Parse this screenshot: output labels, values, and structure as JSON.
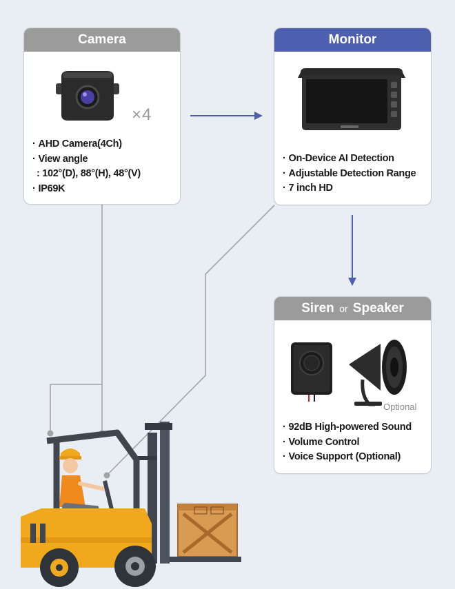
{
  "camera": {
    "title": "Camera",
    "multiplier": "×4",
    "features": [
      "AHD Camera(4Ch)",
      "View angle",
      ": 102°(D), 88°(H), 48°(V)",
      "IP69K"
    ]
  },
  "monitor": {
    "title": "Monitor",
    "features": [
      "On-Device AI Detection",
      "Adjustable Detection Range",
      "7 inch HD"
    ]
  },
  "siren": {
    "title_a": "Siren",
    "title_or": "or",
    "title_b": "Speaker",
    "optional_label": "Optional",
    "features": [
      "92dB High-powered Sound",
      "Volume Control",
      "Voice Support (Optional)"
    ]
  },
  "colors": {
    "background": "#e9eef5",
    "gray_header": "#9b9b9b",
    "blue_header": "#4d5fae",
    "arrow": "#4d5fae",
    "wire": "#a3a3a3",
    "forklift_body": "#f0a81c",
    "forklift_mast": "#3f4650",
    "crate": "#d99a52"
  },
  "icons": {
    "camera": "camera-icon",
    "monitor": "monitor-icon",
    "siren": "siren-icon",
    "horn": "horn-speaker-icon",
    "forklift": "forklift-illustration",
    "operator": "operator-illustration",
    "crate": "crate-icon"
  }
}
